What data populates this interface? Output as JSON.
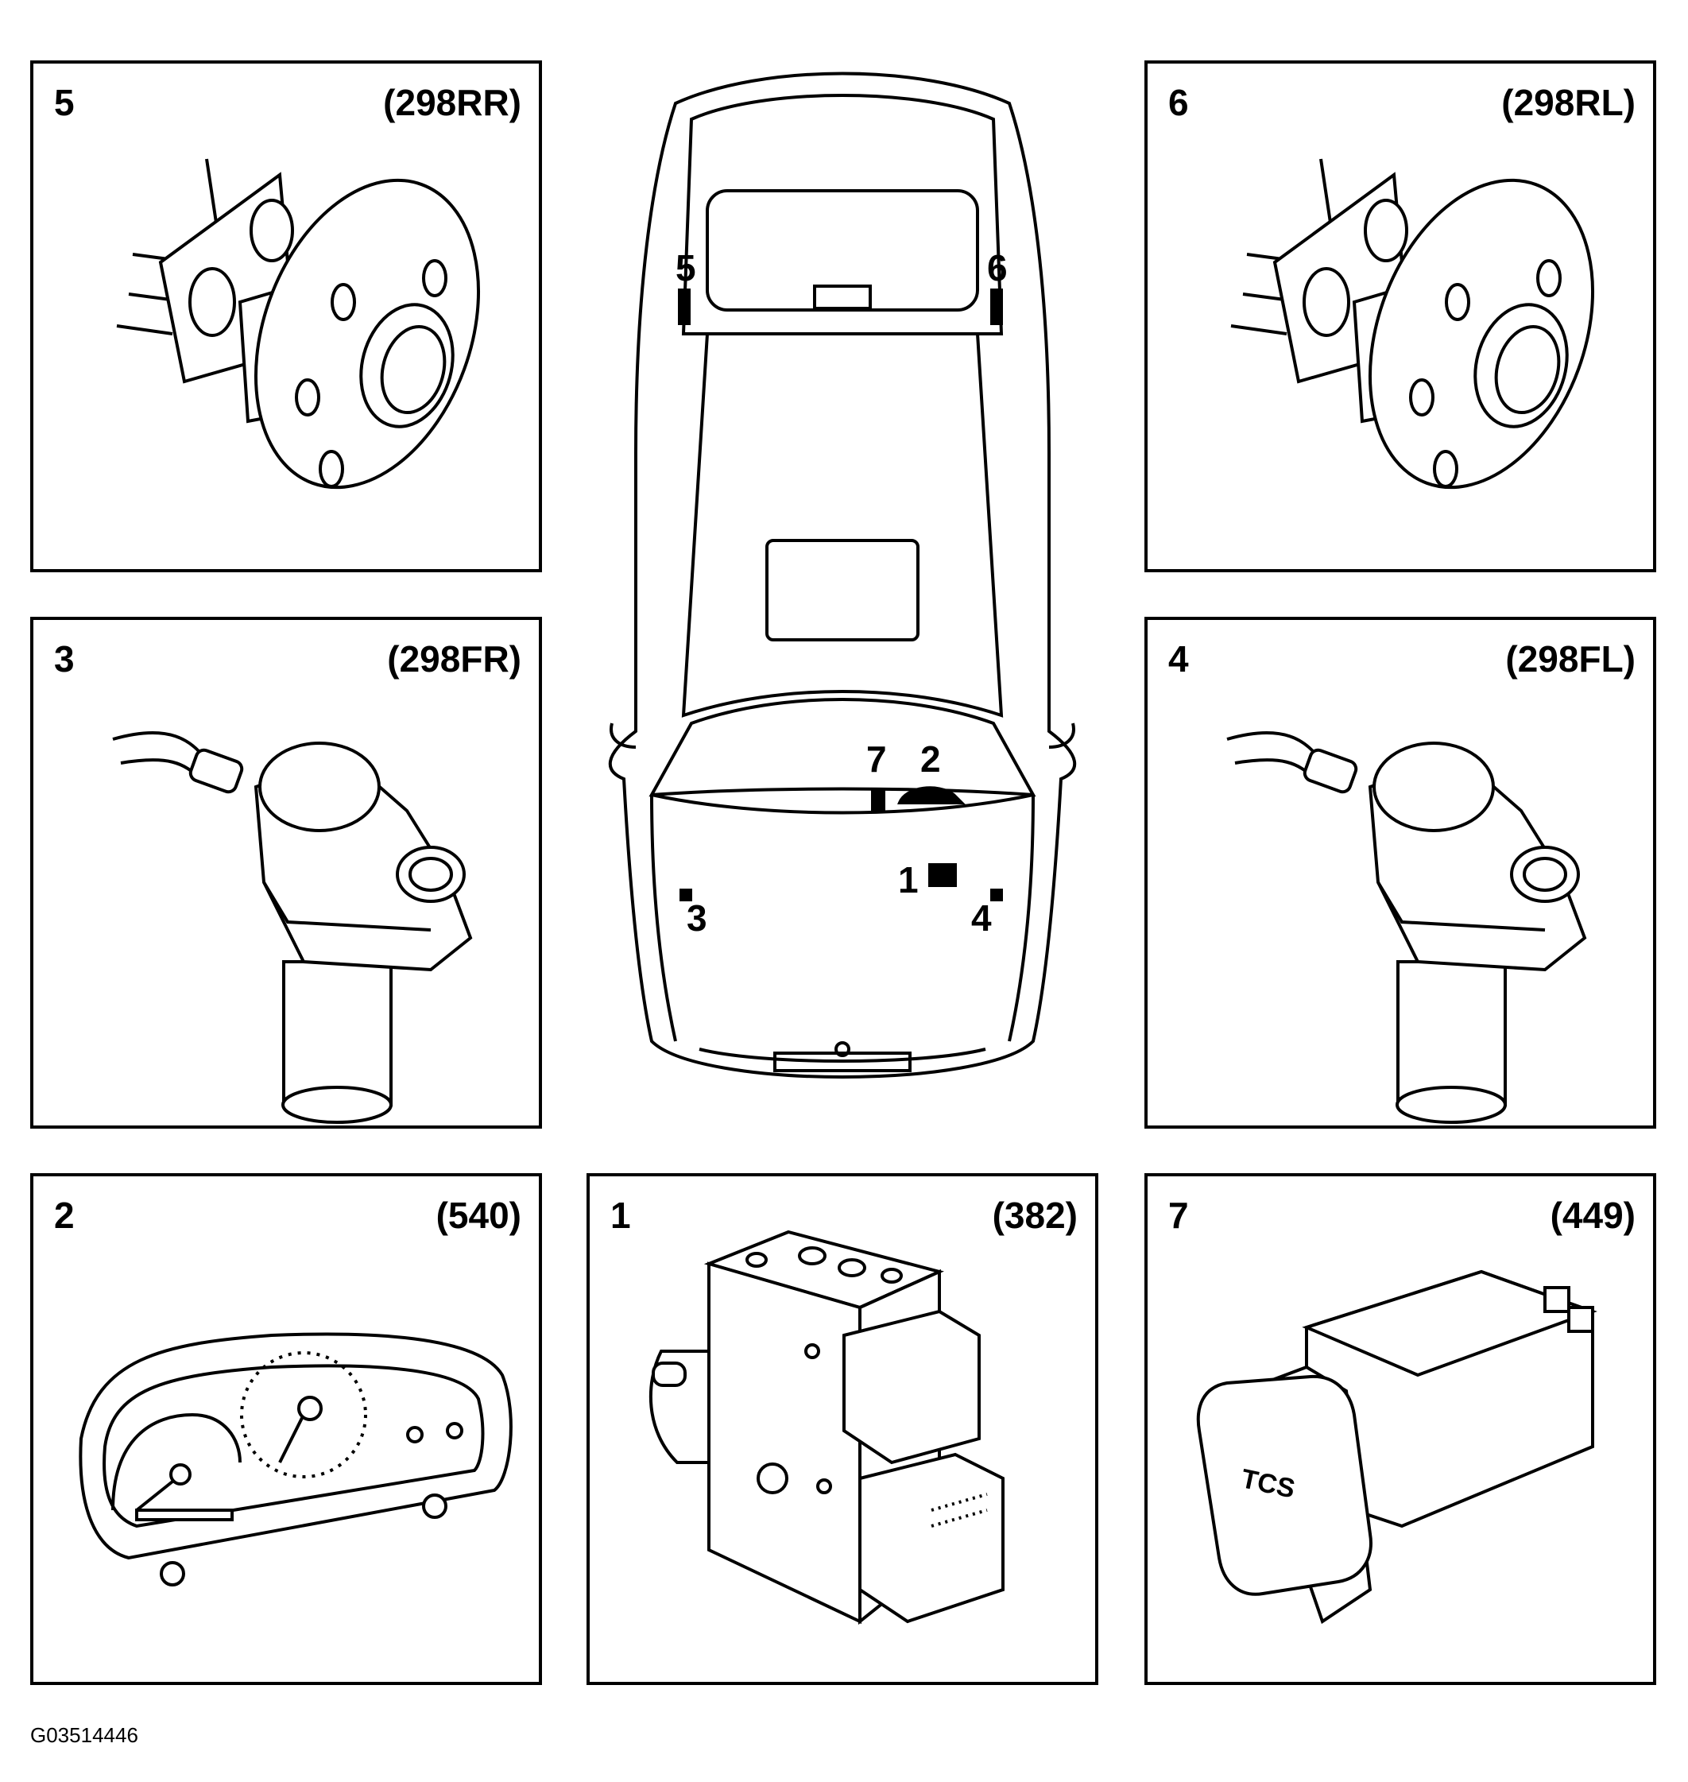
{
  "panels": {
    "p5": {
      "num": "5",
      "code": "(298RR)",
      "icon": "rear-wheel-hub-icon"
    },
    "p6": {
      "num": "6",
      "code": "(298RL)",
      "icon": "rear-wheel-hub-icon"
    },
    "p3": {
      "num": "3",
      "code": "(298FR)",
      "icon": "wheel-speed-sensor-icon"
    },
    "p4": {
      "num": "4",
      "code": "(298FL)",
      "icon": "wheel-speed-sensor-icon"
    },
    "p2": {
      "num": "2",
      "code": "(540)",
      "icon": "instrument-cluster-icon"
    },
    "p1": {
      "num": "1",
      "code": "(382)",
      "icon": "abs-control-module-icon"
    },
    "p7": {
      "num": "7",
      "code": "(449)",
      "icon": "tcs-switch-icon",
      "switch_text": "TCS"
    }
  },
  "car": {
    "labels": {
      "l5": "5",
      "l6": "6",
      "l7": "7",
      "l2": "2",
      "l1": "1",
      "l3": "3",
      "l4": "4"
    }
  },
  "figure_id": "G03514446"
}
